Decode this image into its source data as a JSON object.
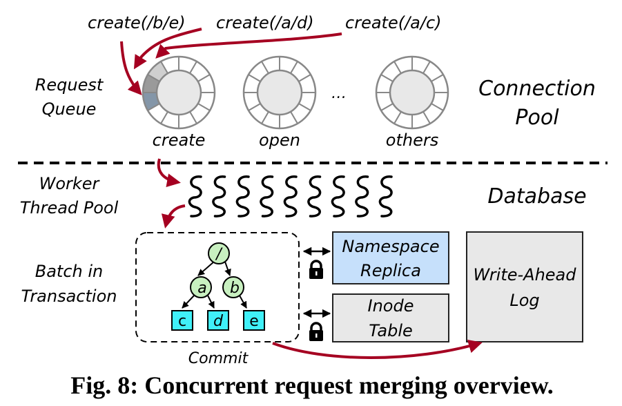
{
  "requests": [
    "create(/b/e)",
    "create(/a/d)",
    "create(/a/c)"
  ],
  "left_labels": {
    "request_queue": [
      "Request",
      "Queue"
    ],
    "worker_pool": [
      "Worker",
      "Thread Pool"
    ],
    "batch": [
      "Batch in",
      "Transaction"
    ]
  },
  "right_labels": {
    "connection_pool": [
      "Connection",
      "Pool"
    ],
    "database": "Database"
  },
  "queues": [
    {
      "label": "create",
      "filled_slots": 3
    },
    {
      "label": "open",
      "filled_slots": 0
    },
    {
      "label": "others",
      "filled_slots": 0
    }
  ],
  "ellipsis": "…",
  "queue_slot_count": 12,
  "queue_fill_colors": [
    "#cfcfcf",
    "#9a9a9a",
    "#8496a8"
  ],
  "worker_thread_count": 9,
  "tree": {
    "root": "/",
    "dirs": [
      "a",
      "b"
    ],
    "files": [
      "c",
      "d",
      "e"
    ]
  },
  "commit_label": "Commit",
  "stores": {
    "namespace_replica": [
      "Namespace",
      "Replica"
    ],
    "inode_table": [
      "Inode",
      "Table"
    ],
    "wal": [
      "Write-Ahead",
      "Log"
    ]
  },
  "colors": {
    "arrow_red": "#a50021",
    "dir_node": "#c8f0c0",
    "file_node": "#40f0f8",
    "namespace_fill": "#c6e0fb",
    "gray_box": "#e8e8e8",
    "ring_stroke": "#888888",
    "ring_center": "#e8e8e8"
  },
  "caption": "Fig. 8: Concurrent request merging overview."
}
